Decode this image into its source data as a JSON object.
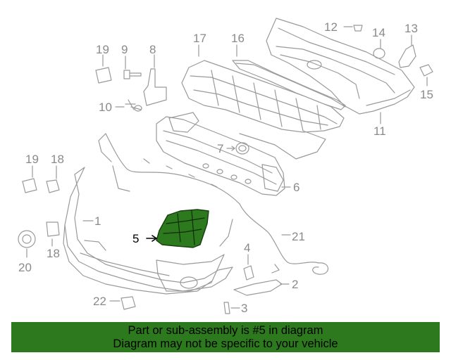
{
  "callouts": {
    "c1": "1",
    "c2": "2",
    "c3": "3",
    "c4": "4",
    "c5": "5",
    "c6": "6",
    "c7": "7",
    "c8": "8",
    "c9": "9",
    "c10": "10",
    "c11": "11",
    "c12": "12",
    "c13": "13",
    "c14": "14",
    "c15": "15",
    "c16": "16",
    "c17": "17",
    "c18a": "18",
    "c18b": "18",
    "c19a": "19",
    "c19b": "19",
    "c20": "20",
    "c21": "21",
    "c22": "22"
  },
  "highlight": {
    "part": "5",
    "color": "#2d7a1e"
  },
  "banner": {
    "line1": "Part or sub-assembly is #5 in diagram",
    "line2": "Diagram may not be specific to your vehicle",
    "background": "#2d7a1e"
  },
  "colors": {
    "line": "#9a9a9a",
    "text": "#8a8a8a",
    "highlight_text": "#000000"
  }
}
